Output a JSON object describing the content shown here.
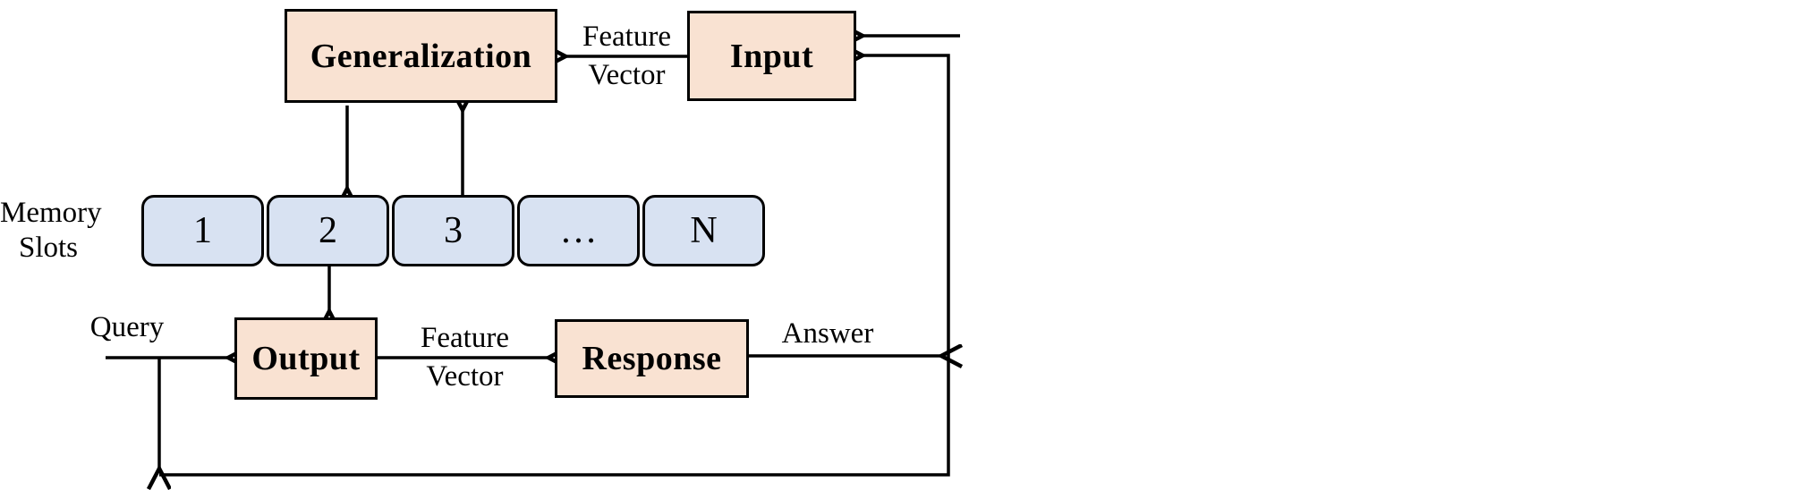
{
  "diagram": {
    "nodes": {
      "generalization": {
        "label": "Generalization"
      },
      "input": {
        "label": "Input"
      },
      "output": {
        "label": "Output"
      },
      "response": {
        "label": "Response"
      }
    },
    "memory": {
      "label_line1": "Memory",
      "label_line2": "Slots",
      "slots": [
        "1",
        "2",
        "3",
        "…",
        "N"
      ]
    },
    "edge_labels": {
      "feature_vector_top": {
        "line1": "Feature",
        "line2": "Vector"
      },
      "feature_vector_bottom": {
        "line1": "Feature",
        "line2": "Vector"
      },
      "query": "Query",
      "answer": "Answer"
    },
    "colors": {
      "node_fill": "#f9e2d2",
      "slot_fill": "#d8e2f2",
      "border": "#000000",
      "line": "#000000",
      "background": "#ffffff"
    }
  }
}
